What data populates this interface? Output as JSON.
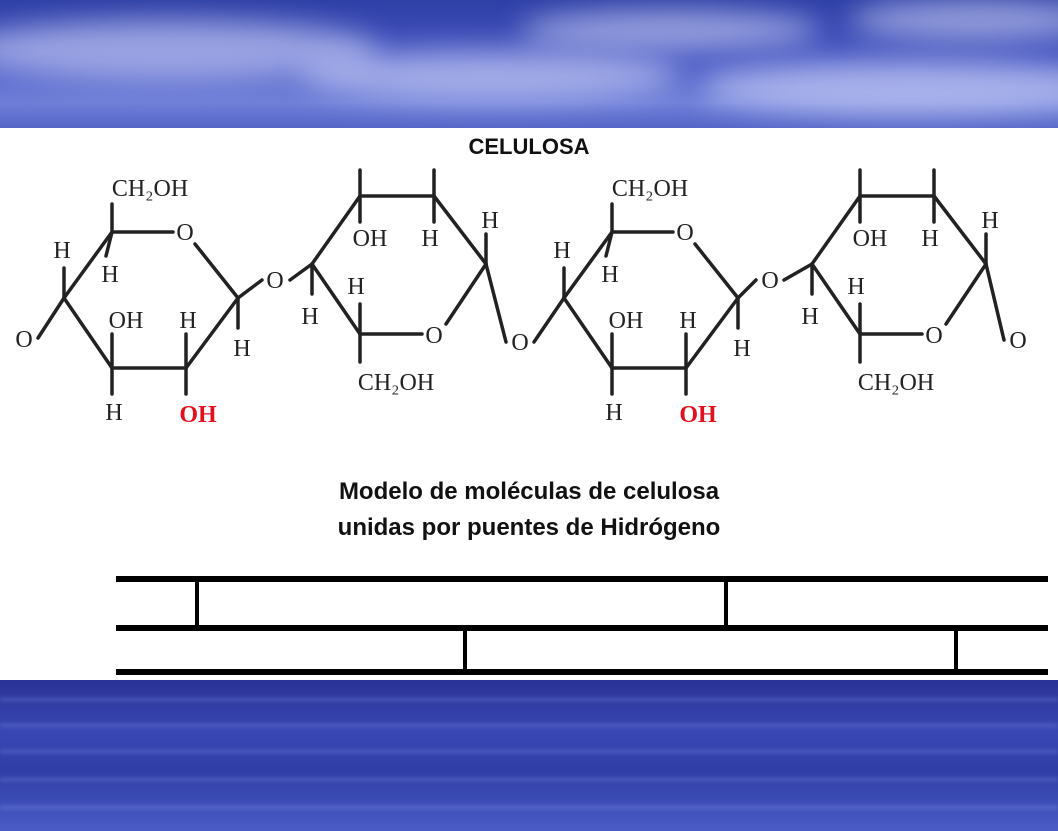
{
  "title": "CELULOSA",
  "caption": {
    "line1": "Modelo de moléculas de celulosa",
    "line2": "unidas por puentes de Hidrógeno"
  },
  "colors": {
    "hydroxyl_highlight": "#e0101e",
    "ink": "#222222"
  },
  "labels": {
    "ch2oh": "CH₂OH",
    "oh": "OH",
    "h": "H",
    "o": "O"
  }
}
